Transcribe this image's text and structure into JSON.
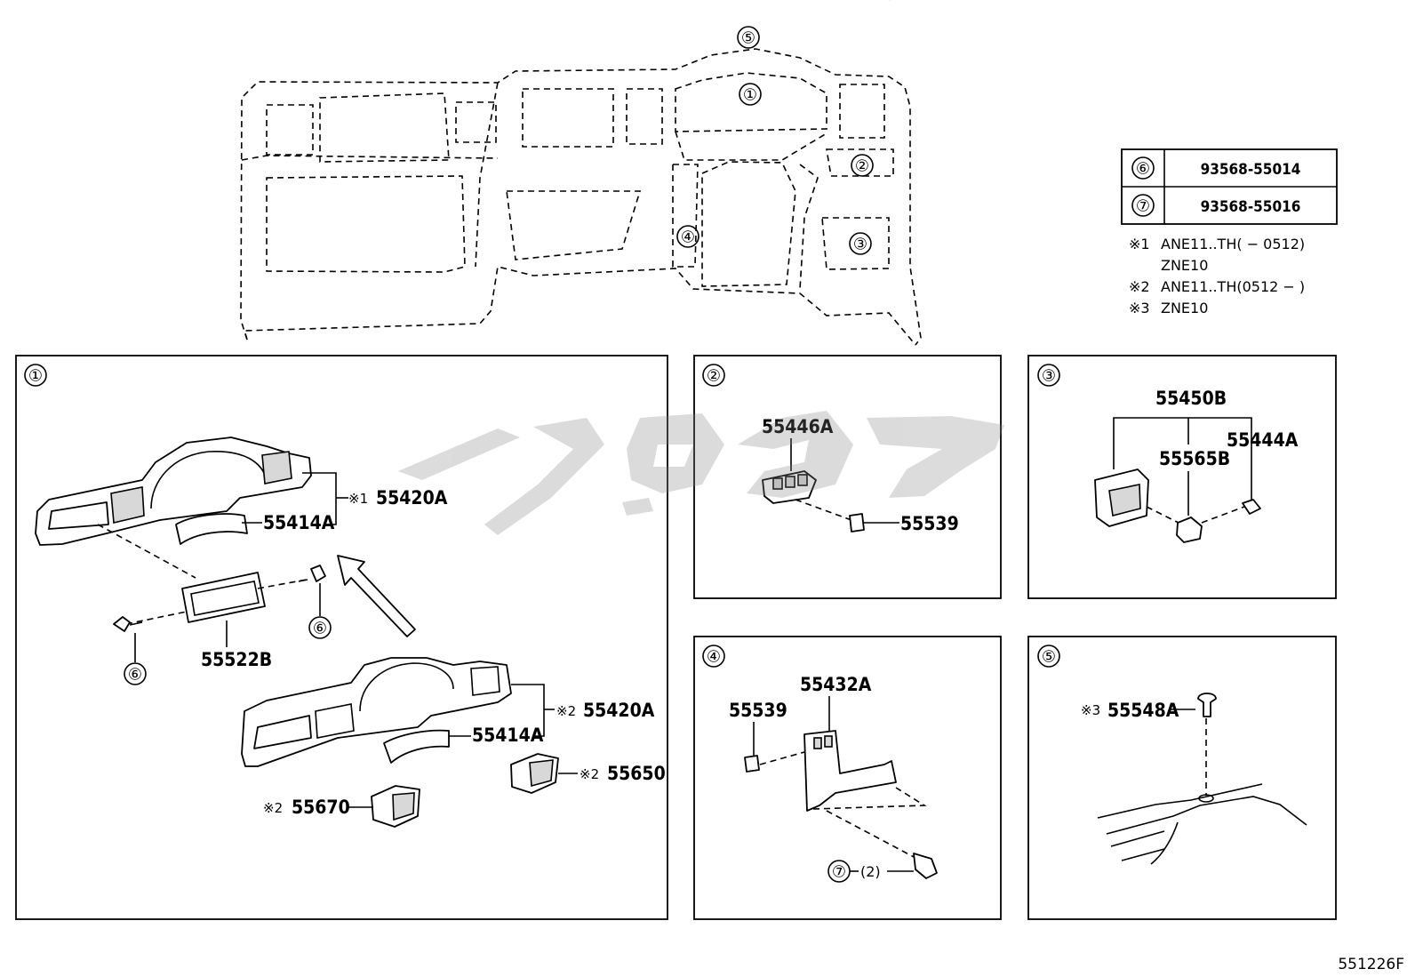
{
  "diagram_code": "551226F",
  "watermark_text": "یدکی",
  "overview": {
    "callouts": [
      "①",
      "②",
      "③",
      "④",
      "⑤"
    ]
  },
  "parts_table": [
    {
      "ref": "⑥",
      "part_no": "93568-55014"
    },
    {
      "ref": "⑦",
      "part_no": "93568-55016"
    }
  ],
  "notes": [
    {
      "mark": "※1",
      "text": "ANE11..TH(     − 0512)"
    },
    {
      "mark": "",
      "text": "ZNE10"
    },
    {
      "mark": "※2",
      "text": "ANE11..TH(0512 −      )"
    },
    {
      "mark": "※3",
      "text": "ZNE10"
    }
  ],
  "panels": {
    "p1": {
      "ref": "①",
      "labels": {
        "a_mark": "※1",
        "a_part": "55420A",
        "b_part": "55414A",
        "c_part": "55522B",
        "screw_l": "⑥",
        "screw_r": "⑥",
        "d_mark": "※2",
        "d_part": "55420A",
        "e_part": "55414A",
        "f_mark": "※2",
        "f_part": "55650",
        "g_mark": "※2",
        "g_part": "55670"
      }
    },
    "p2": {
      "ref": "②",
      "labels": {
        "a_part": "55446A",
        "b_part": "55539"
      }
    },
    "p3": {
      "ref": "③",
      "labels": {
        "a_part": "55450B",
        "b_part": "55565B",
        "c_part": "55444A"
      }
    },
    "p4": {
      "ref": "④",
      "labels": {
        "a_part": "55432A",
        "b_part": "55539",
        "screw": "⑦",
        "qty": "(2)"
      }
    },
    "p5": {
      "ref": "⑤",
      "labels": {
        "a_mark": "※3",
        "a_part": "55548A"
      }
    }
  }
}
